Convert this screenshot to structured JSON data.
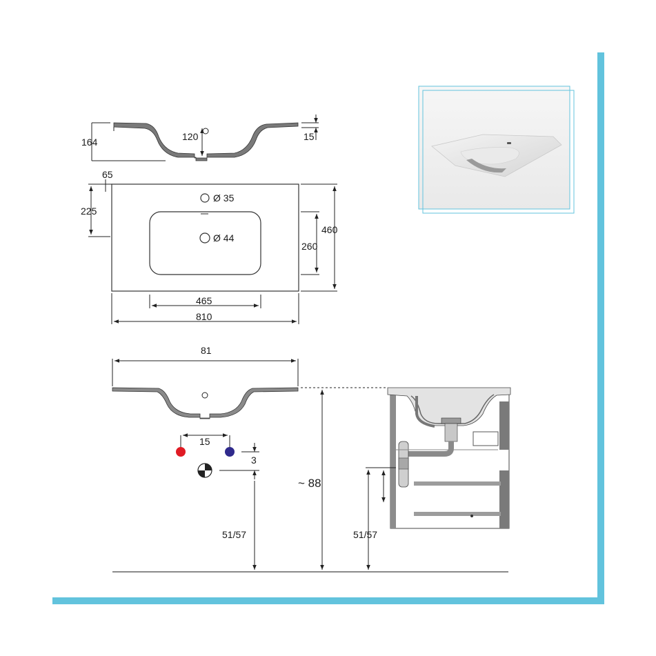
{
  "frame": {
    "accent_color": "#62c3dd"
  },
  "profile_view": {
    "height_label": "164",
    "depth_label": "120",
    "rim_label": "15"
  },
  "plan_view": {
    "tap_offset_x_label": "65",
    "tap_offset_y_label": "225",
    "tap_hole_label": "Ø 35",
    "drain_hole_label": "Ø 44",
    "bowl_depth_label": "260",
    "total_depth_label": "460",
    "bowl_width_label": "465",
    "total_width_label": "810"
  },
  "installation_view": {
    "width_label": "81",
    "tap_spacing_label": "15",
    "drain_offset_label": "3",
    "total_height_label": "~ 88",
    "drain_height_label": "51/57",
    "side_drain_height_label": "51/57",
    "hot_color": "#e01b24",
    "cold_color": "#2f2a8c"
  },
  "photo": {
    "icon": "washbasin-photo"
  }
}
